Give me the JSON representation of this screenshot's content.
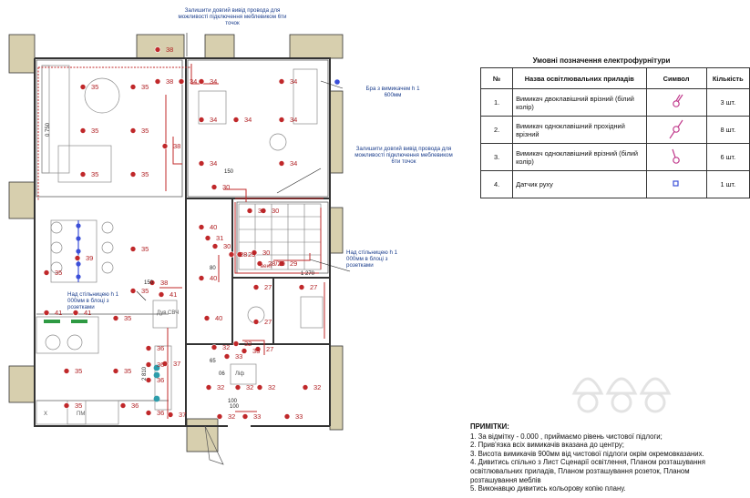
{
  "plan": {
    "room_numbers": [
      "35",
      "35",
      "35",
      "35",
      "35",
      "35",
      "35",
      "35",
      "35",
      "35",
      "35",
      "35",
      "35",
      "36",
      "36",
      "36",
      "36",
      "36",
      "37",
      "37",
      "38",
      "38",
      "38",
      "38",
      "34",
      "34",
      "34",
      "34",
      "34",
      "34",
      "34",
      "34",
      "39",
      "40",
      "40",
      "40",
      "41",
      "41",
      "41",
      "30",
      "30",
      "30",
      "30",
      "30",
      "31",
      "28",
      "29",
      "29",
      "28/29",
      "27",
      "27",
      "27",
      "27",
      "32",
      "32",
      "32",
      "32",
      "32",
      "32",
      "32",
      "33",
      "33",
      "33",
      "33"
    ],
    "fixture_labels": {
      "wc": "Дув СВЧ",
      "lift": "Ліф",
      "pm": "ПМ",
      "cooktop": "Х"
    },
    "dimensions": [
      "0 750",
      "150",
      "150",
      "100",
      "1 270",
      "2 810",
      "65",
      "80",
      "06",
      "100"
    ],
    "level_marks": [
      "вент"
    ],
    "annotations": [
      {
        "id": "top",
        "text": "Залишити довгий вивід провода для можливості підключення меблевиком 6ти точок"
      },
      {
        "id": "bra",
        "text": "Бра з вимикачем h 1 600мм"
      },
      {
        "id": "mid",
        "text": "Залишити довгий вивід провода для можливості підключення меблевиком 6ти точок"
      },
      {
        "id": "wall-right",
        "text": "Над стільницею h 1 000мм в блоці з розетками"
      },
      {
        "id": "wall-left",
        "text": "Над стільницею h 1 000мм в блоці з розетками"
      }
    ]
  },
  "legend": {
    "title": "Умовні позначення електрофурнітури",
    "headers": [
      "№",
      "Назва освітлювальних приладів",
      "Символ",
      "Кількість"
    ],
    "rows": [
      {
        "num": "1.",
        "name": "Вимикач двоклавішний врізний (білий колір)",
        "symbol": "double-key-switch-icon",
        "count": "3 шт."
      },
      {
        "num": "2.",
        "name": "Вимикач одноклавішний прохідний врізний",
        "symbol": "pass-through-switch-icon",
        "count": "8 шт."
      },
      {
        "num": "3.",
        "name": "Вимикач одноклавішний врізний (білий колір)",
        "symbol": "single-key-switch-icon",
        "count": "6 шт."
      },
      {
        "num": "4.",
        "name": "Датчик руху",
        "symbol": "motion-sensor-icon",
        "count": "1 шт."
      }
    ]
  },
  "notes": {
    "title": "ПРИМІТКИ:",
    "items": [
      "1. За відмітку - 0.000 , приймаємо рівень чистової підлоги;",
      "2. Прив'язка всіх вимикачів вказана до центру;",
      "3. Висота вимикачів 900мм від чистової підлоги окрім окремовказаних.",
      "4. Дивитись спільно з Лист Сценарії освітлення, Планом розташування освітлювальних приладів, Планом розташування розеток, Планом розташування меблів",
      "5. Виконавцю дивитись кольорову копію плану."
    ]
  },
  "colors": {
    "wall": "#333333",
    "wall_fill": "#d7cfae",
    "wiring": "#c0282a",
    "annotation": "#1a3d8c",
    "furniture": "#7a7a7a",
    "accent_blue": "#3b4fd8"
  }
}
